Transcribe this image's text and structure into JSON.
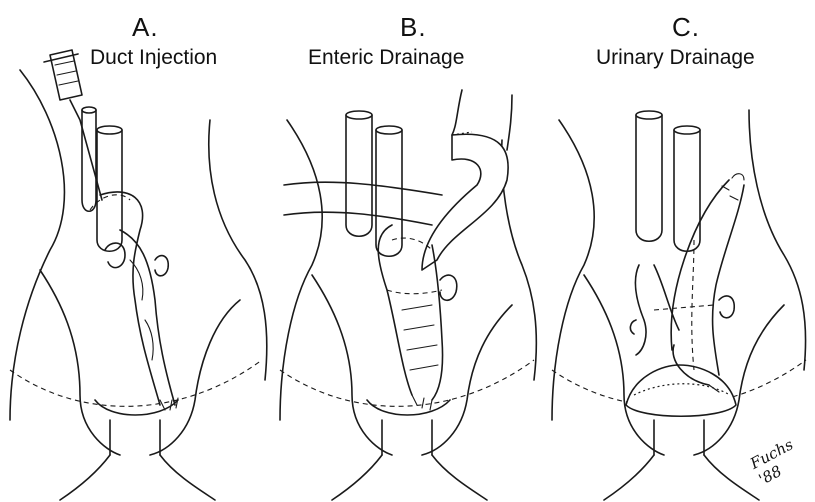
{
  "panels": [
    {
      "letter": "A.",
      "caption": "Duct Injection"
    },
    {
      "letter": "B.",
      "caption": "Enteric Drainage"
    },
    {
      "letter": "C.",
      "caption": "Urinary Drainage"
    }
  ],
  "signature": "Fuchs '88",
  "colors": {
    "ink": "#1a1a1a",
    "paper": "#ffffff"
  }
}
